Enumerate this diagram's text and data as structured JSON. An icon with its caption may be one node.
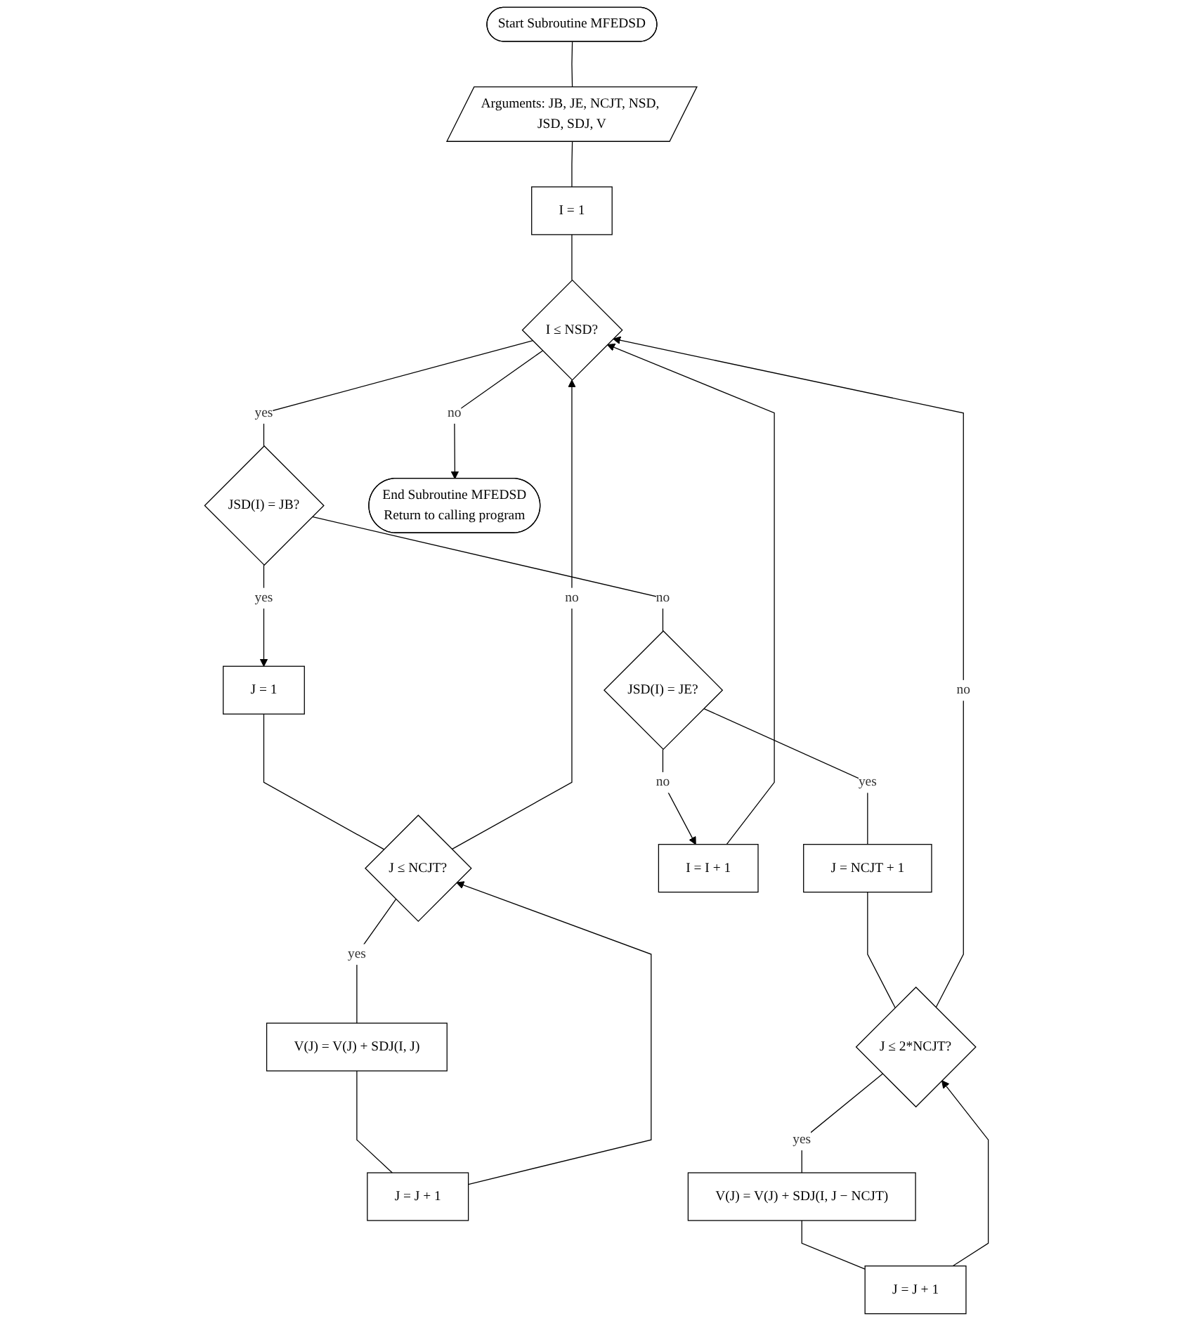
{
  "diagram": {
    "nodes": [
      {
        "text": [
          "Start Subroutine MFEDSD"
        ]
      },
      {
        "text": [
          "Arguments: JB, JE, NCJT, NSD, JSD, SDJ, V"
        ]
      },
      {
        "text": [
          "I = 1"
        ]
      },
      {
        "text": [
          "I ≤ NSD?"
        ]
      },
      {
        "text": [
          "JSD(I) = JB?"
        ]
      },
      {
        "text": [
          "J = 1"
        ]
      },
      {
        "text": [
          "J ≤ NCJT?"
        ]
      },
      {
        "text": [
          "V(J) = V(J) + SDJ(I, J)"
        ]
      },
      {
        "text": [
          "J = J + 1"
        ]
      },
      {
        "text": [
          "JSD(I) = JE?"
        ]
      },
      {
        "text": [
          "I = I + 1"
        ]
      },
      {
        "text": [
          "J = NCJT + 1"
        ]
      },
      {
        "text": [
          "J ≤ 2*NCJT?"
        ]
      },
      {
        "text": [
          "V(J) = V(J) + SDJ(I, J − NCJT)"
        ]
      },
      {
        "text": [
          "J = J + 1"
        ]
      },
      {
        "text": [
          "End Subroutine MFEDSD",
          "Return to calling program"
        ]
      }
    ],
    "edges": [
      {
        "from": 0,
        "to": 1,
        "arrow": "none"
      },
      {
        "from": 1,
        "to": 2,
        "arrow": "none"
      },
      {
        "from": 2,
        "to": 3,
        "arrow": "none"
      },
      {
        "from": 3,
        "to": 4,
        "label": "yes",
        "arrow": "none"
      },
      {
        "from": 3,
        "to": 15,
        "label": "no",
        "arrow": "to"
      },
      {
        "from": 4,
        "to": 5,
        "label": "yes",
        "arrow": "to"
      },
      {
        "from": 4,
        "to": 9,
        "label": "no",
        "arrow": "none"
      },
      {
        "from": 5,
        "to": 6,
        "arrow": "none"
      },
      {
        "from": 6,
        "to": 7,
        "label": "yes",
        "arrow": "none"
      },
      {
        "from": 7,
        "to": 8,
        "arrow": "none"
      },
      {
        "from": 8,
        "to": 6,
        "arrow": "to"
      },
      {
        "from": 6,
        "to": 3,
        "label": "no",
        "arrow": "to"
      },
      {
        "from": 9,
        "to": 10,
        "label": "no",
        "arrow": "to"
      },
      {
        "from": 10,
        "to": 3,
        "arrow": "to"
      },
      {
        "from": 9,
        "to": 11,
        "label": "yes",
        "arrow": "none"
      },
      {
        "from": 11,
        "to": 12,
        "arrow": "none"
      },
      {
        "from": 12,
        "to": 13,
        "label": "yes",
        "arrow": "none"
      },
      {
        "from": 13,
        "to": 14,
        "arrow": "none"
      },
      {
        "from": 14,
        "to": 12,
        "arrow": "to"
      },
      {
        "from": 12,
        "to": 3,
        "label": "no",
        "arrow": "to"
      }
    ]
  }
}
